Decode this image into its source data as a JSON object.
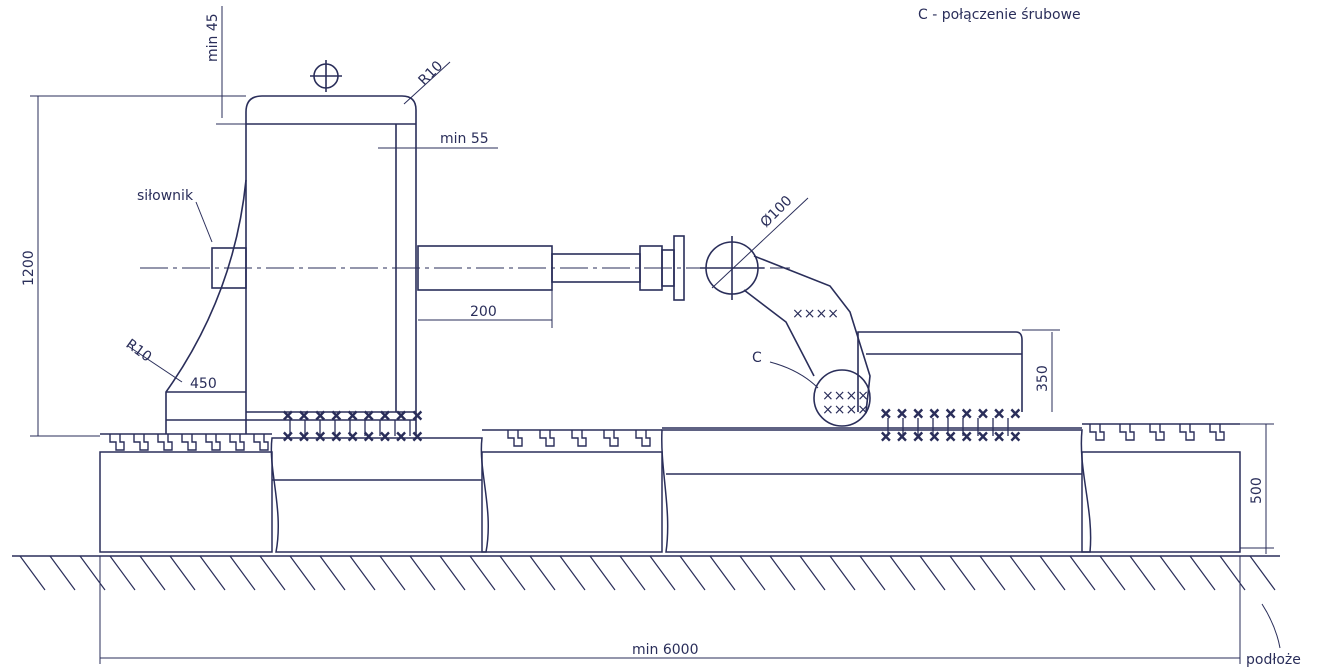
{
  "legend": {
    "text": "C - połączenie śrubowe"
  },
  "labels": {
    "actuator": "siłownik",
    "bolted_joint": "C",
    "ground": "podłoże"
  },
  "dimensions": {
    "min_45": "min 45",
    "r10_top": "R10",
    "min_55": "min 55",
    "phi_100": "Ø100",
    "h_1200": "1200",
    "w_200": "200",
    "r10_bottom": "R10",
    "w_450": "450",
    "h_350": "350",
    "h_500": "500",
    "len_6000": "min 6000"
  },
  "colors": {
    "ink": "#2a2e5a",
    "paper": "#ffffff"
  }
}
